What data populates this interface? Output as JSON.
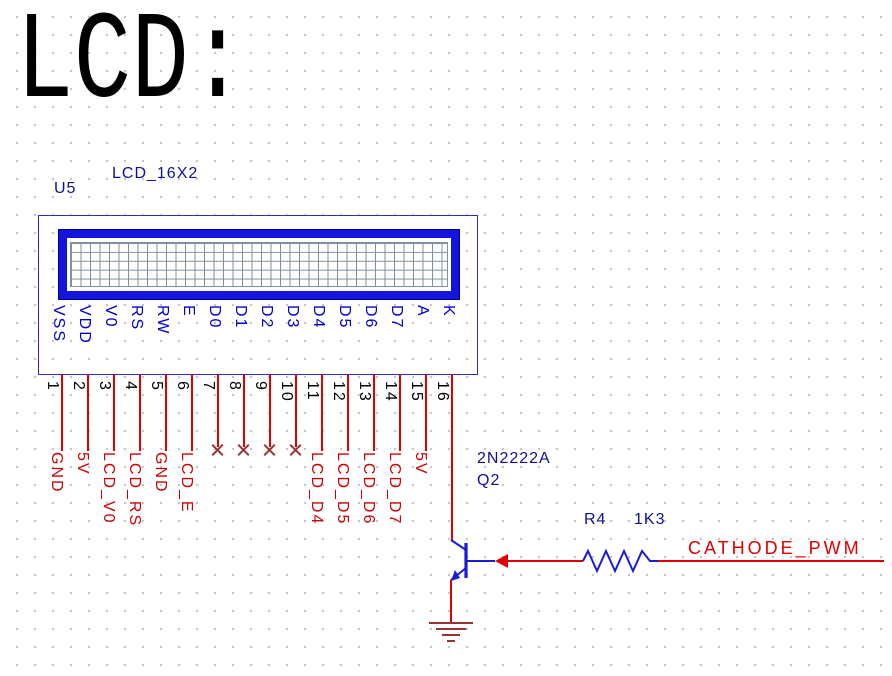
{
  "title": "LCD:",
  "lcd": {
    "ref": "U5",
    "value": "LCD_16X2",
    "pins": [
      {
        "num": "1",
        "name": "VSS",
        "net": "GND"
      },
      {
        "num": "2",
        "name": "VDD",
        "net": "5V"
      },
      {
        "num": "3",
        "name": "V0",
        "net": "LCD_V0"
      },
      {
        "num": "4",
        "name": "RS",
        "net": "LCD_RS"
      },
      {
        "num": "5",
        "name": "RW",
        "net": "GND"
      },
      {
        "num": "6",
        "name": "E",
        "net": "LCD_E"
      },
      {
        "num": "7",
        "name": "D0",
        "nc": true
      },
      {
        "num": "8",
        "name": "D1",
        "nc": true
      },
      {
        "num": "9",
        "name": "D2",
        "nc": true
      },
      {
        "num": "10",
        "name": "D3",
        "nc": true
      },
      {
        "num": "11",
        "name": "D4",
        "net": "LCD_D4"
      },
      {
        "num": "12",
        "name": "D5",
        "net": "LCD_D5"
      },
      {
        "num": "13",
        "name": "D6",
        "net": "LCD_D6"
      },
      {
        "num": "14",
        "name": "D7",
        "net": "LCD_D7"
      },
      {
        "num": "15",
        "name": "A",
        "net": "5V"
      },
      {
        "num": "16",
        "name": "K",
        "to_transistor": true
      }
    ]
  },
  "transistor": {
    "ref": "Q2",
    "value": "2N2222A"
  },
  "resistor": {
    "ref": "R4",
    "value": "1K3"
  },
  "net_label_right": "CATHODE_PWM",
  "icons": [
    "no-connect-icon",
    "ground-symbol",
    "emitter-arrow-icon",
    "wire-arrow-icon"
  ],
  "colors": {
    "wire": "#e00000",
    "net_text": "#cc0000",
    "symbol_blue": "#1a1ad2",
    "component_text": "#101090",
    "pin_name": "#0000cc",
    "nc_mark": "#993333",
    "ground": "#993333"
  }
}
